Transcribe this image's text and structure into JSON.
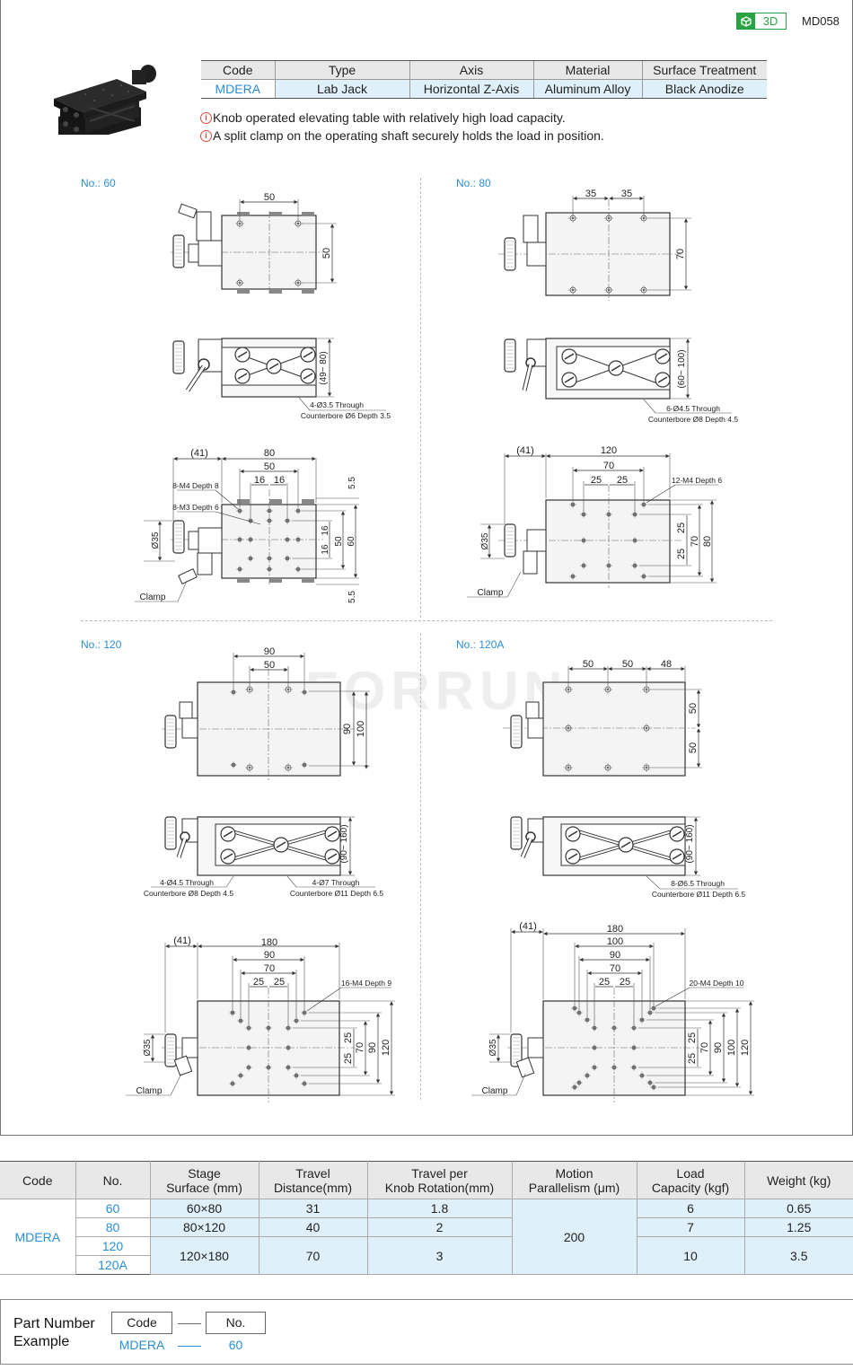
{
  "header": {
    "badge_3d": "3D",
    "model_code": "MD058"
  },
  "spec_table": {
    "headers": [
      "Code",
      "Type",
      "Axis",
      "Material",
      "Surface Treatment"
    ],
    "row": [
      "MDERA",
      "Lab Jack",
      "Horizontal Z-Axis",
      "Aluminum Alloy",
      "Black Anodize"
    ]
  },
  "notes": [
    "Knob operated elevating table with relatively high load capacity.",
    "A split clamp on the operating shaft securely holds the load in position."
  ],
  "drawings": {
    "no60": {
      "label": "No.: 60",
      "top_dims": {
        "width": "50",
        "height": "50"
      },
      "side_dims": {
        "height": "(49~ 80)",
        "note1": "4-Ø3.5 Through",
        "note2": "Counterbore Ø6 Depth 3.5"
      },
      "bottom_dims": {
        "offset": "(41)",
        "width": "80",
        "inner": "50",
        "pitch_a": "16",
        "pitch_b": "16",
        "edge_top": "5.5",
        "edge_bottom": "5.5",
        "v16a": "16",
        "v16b": "16",
        "v50": "50",
        "v60": "60",
        "knob": "Ø35",
        "tap1": "8-M4 Depth 8",
        "tap2": "8-M3 Depth 6",
        "clamp": "Clamp"
      }
    },
    "no80": {
      "label": "No.: 80",
      "top_dims": {
        "pitch_a": "35",
        "pitch_b": "35",
        "height": "70"
      },
      "side_dims": {
        "height": "(60~ 100)",
        "note1": "6-Ø4.5 Through",
        "note2": "Counterbore Ø8 Depth 4.5"
      },
      "bottom_dims": {
        "offset": "(41)",
        "width": "120",
        "inner": "70",
        "pitch_a": "25",
        "pitch_b": "25",
        "v25a": "25",
        "v25b": "25",
        "v70": "70",
        "v80": "80",
        "knob": "Ø35",
        "tap": "12-M4 Depth 6",
        "clamp": "Clamp"
      }
    },
    "no120": {
      "label": "No.: 120",
      "top_dims": {
        "outer": "90",
        "inner": "50",
        "v90": "90",
        "v100": "100"
      },
      "side_dims": {
        "height": "(90~ 160)",
        "note1a": "4-Ø4.5 Through",
        "note1b": "Counterbore Ø8 Depth 4.5",
        "note2a": "4-Ø7 Through",
        "note2b": "Counterbore Ø11 Depth 6.5"
      },
      "bottom_dims": {
        "offset": "(41)",
        "width": "180",
        "d90": "90",
        "d70": "70",
        "pitch_a": "25",
        "pitch_b": "25",
        "v25a": "25",
        "v25b": "25",
        "v70": "70",
        "v90": "90",
        "v120": "120",
        "knob": "Ø35",
        "tap": "16-M4 Depth 9",
        "clamp": "Clamp"
      }
    },
    "no120a": {
      "label": "No.: 120A",
      "top_dims": {
        "p1": "50",
        "p2": "50",
        "p3": "48",
        "v1": "50",
        "v2": "50"
      },
      "side_dims": {
        "height": "(90~ 160)",
        "note1": "8-Ø6.5 Through",
        "note2": "Counterbore Ø11 Depth 6.5"
      },
      "bottom_dims": {
        "offset": "(41)",
        "width": "180",
        "d100": "100",
        "d90": "90",
        "d70": "70",
        "pitch_a": "25",
        "pitch_b": "25",
        "v25a": "25",
        "v25b": "25",
        "v70": "70",
        "v90": "90",
        "v100": "100",
        "v120": "120",
        "knob": "Ø35",
        "tap": "20-M4 Depth 10",
        "clamp": "Clamp"
      }
    }
  },
  "watermark": "FORRUN",
  "main_table": {
    "headers": [
      "Code",
      "No.",
      "Stage\nSurface (mm)",
      "Travel\nDistance(mm)",
      "Travel per\nKnob Rotation(mm)",
      "Motion\nParallelism (μm)",
      "Load\nCapacity (kgf)",
      "Weight (kg)"
    ],
    "code": "MDERA",
    "rows": [
      {
        "no": "60",
        "surface": "60×80",
        "travel": "31",
        "per_rot": "1.8",
        "load": "6",
        "weight": "0.65"
      },
      {
        "no": "80",
        "surface": "80×120",
        "travel": "40",
        "per_rot": "2",
        "load": "7",
        "weight": "1.25"
      },
      {
        "no": "120",
        "surface": "120×180",
        "travel": "70",
        "per_rot": "3",
        "load": "10",
        "weight": "3.5"
      },
      {
        "no": "120A"
      }
    ],
    "parallelism": "200"
  },
  "part_number": {
    "title_line1": "Part Number",
    "title_line2": "Example",
    "box_code": "Code",
    "box_no": "No.",
    "val_code": "MDERA",
    "val_no": "60"
  },
  "colors": {
    "accent_blue": "#2a8ed6",
    "green_3d": "#2aa344",
    "cell_blue": "#dff0fb",
    "header_gray": "#e8e8e8",
    "note_red": "#e0473b"
  }
}
